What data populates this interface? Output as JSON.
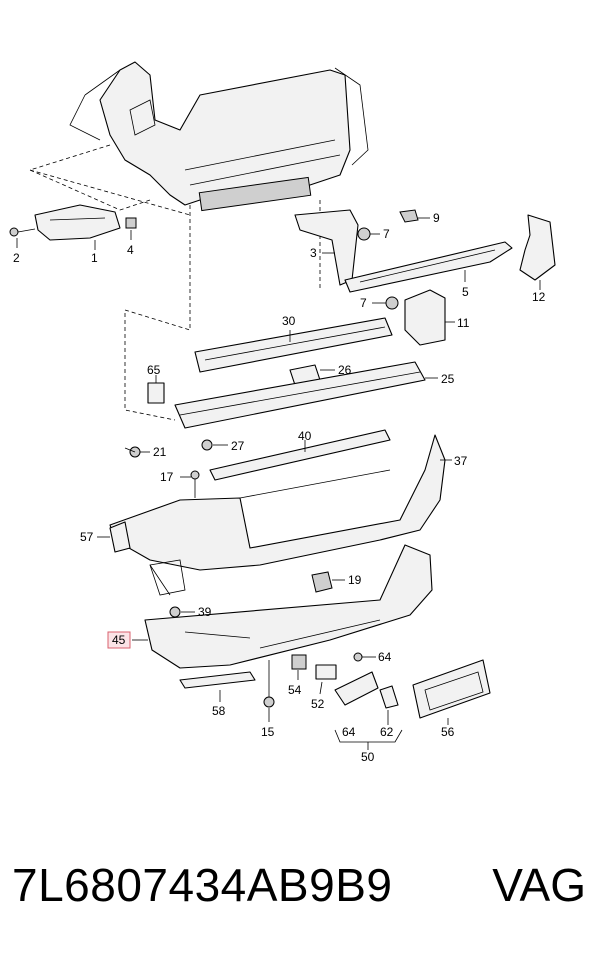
{
  "diagram": {
    "labels": {
      "p1": "1",
      "p2": "2",
      "p3": "3",
      "p4": "4",
      "p5": "5",
      "p7a": "7",
      "p7b": "7",
      "p9": "9",
      "p11": "11",
      "p12": "12",
      "p15": "15",
      "p17": "17",
      "p19": "19",
      "p21": "21",
      "p25": "25",
      "p26": "26",
      "p27": "27",
      "p30": "30",
      "p37": "37",
      "p39": "39",
      "p40": "40",
      "p45": "45",
      "p50": "50",
      "p52": "52",
      "p54": "54",
      "p56": "56",
      "p57": "57",
      "p58": "58",
      "p62": "62",
      "p64a": "64",
      "p64b": "64",
      "p65": "65"
    },
    "highlighted_part": "45"
  },
  "footer": {
    "part_number": "7L6807434AB9B9",
    "brand": "VAG"
  },
  "colors": {
    "highlight_fill": "#fbe3e6",
    "highlight_border": "#d8606e"
  }
}
